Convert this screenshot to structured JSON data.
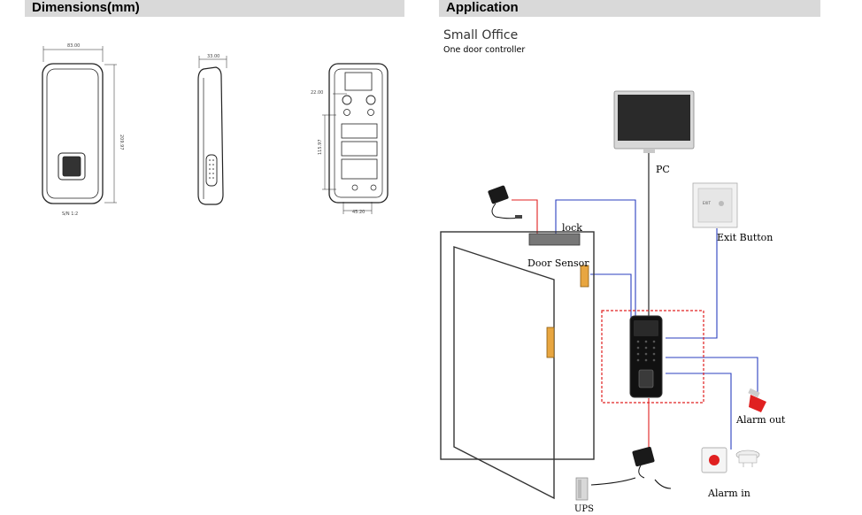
{
  "sections": {
    "dimensions_title": "Dimensions(mm)",
    "application_title": "Application"
  },
  "dimensions": {
    "front_width": "83.00",
    "front_height": "209.97",
    "scale": "S/N 1:2",
    "side_depth": "33.00",
    "back_top": "22.00",
    "back_height": "115.97",
    "back_bottom_width": "45.20"
  },
  "application": {
    "scenario": "Small Office",
    "subtitle": "One door controller",
    "labels": {
      "pc": "PC",
      "exit_button": "Exit Button",
      "lock": "lock",
      "door_sensor": "Door Sensor",
      "alarm_out": "Alarm out",
      "alarm_in": "Alarm in",
      "ups": "UPS",
      "exit_plate_text": "EXIT"
    }
  },
  "colors": {
    "header_bg": "#d9d9d9",
    "wire_red": "#e02020",
    "wire_blue": "#2b3fbf",
    "wire_black": "#111111",
    "dashed_box": "#e02020"
  }
}
